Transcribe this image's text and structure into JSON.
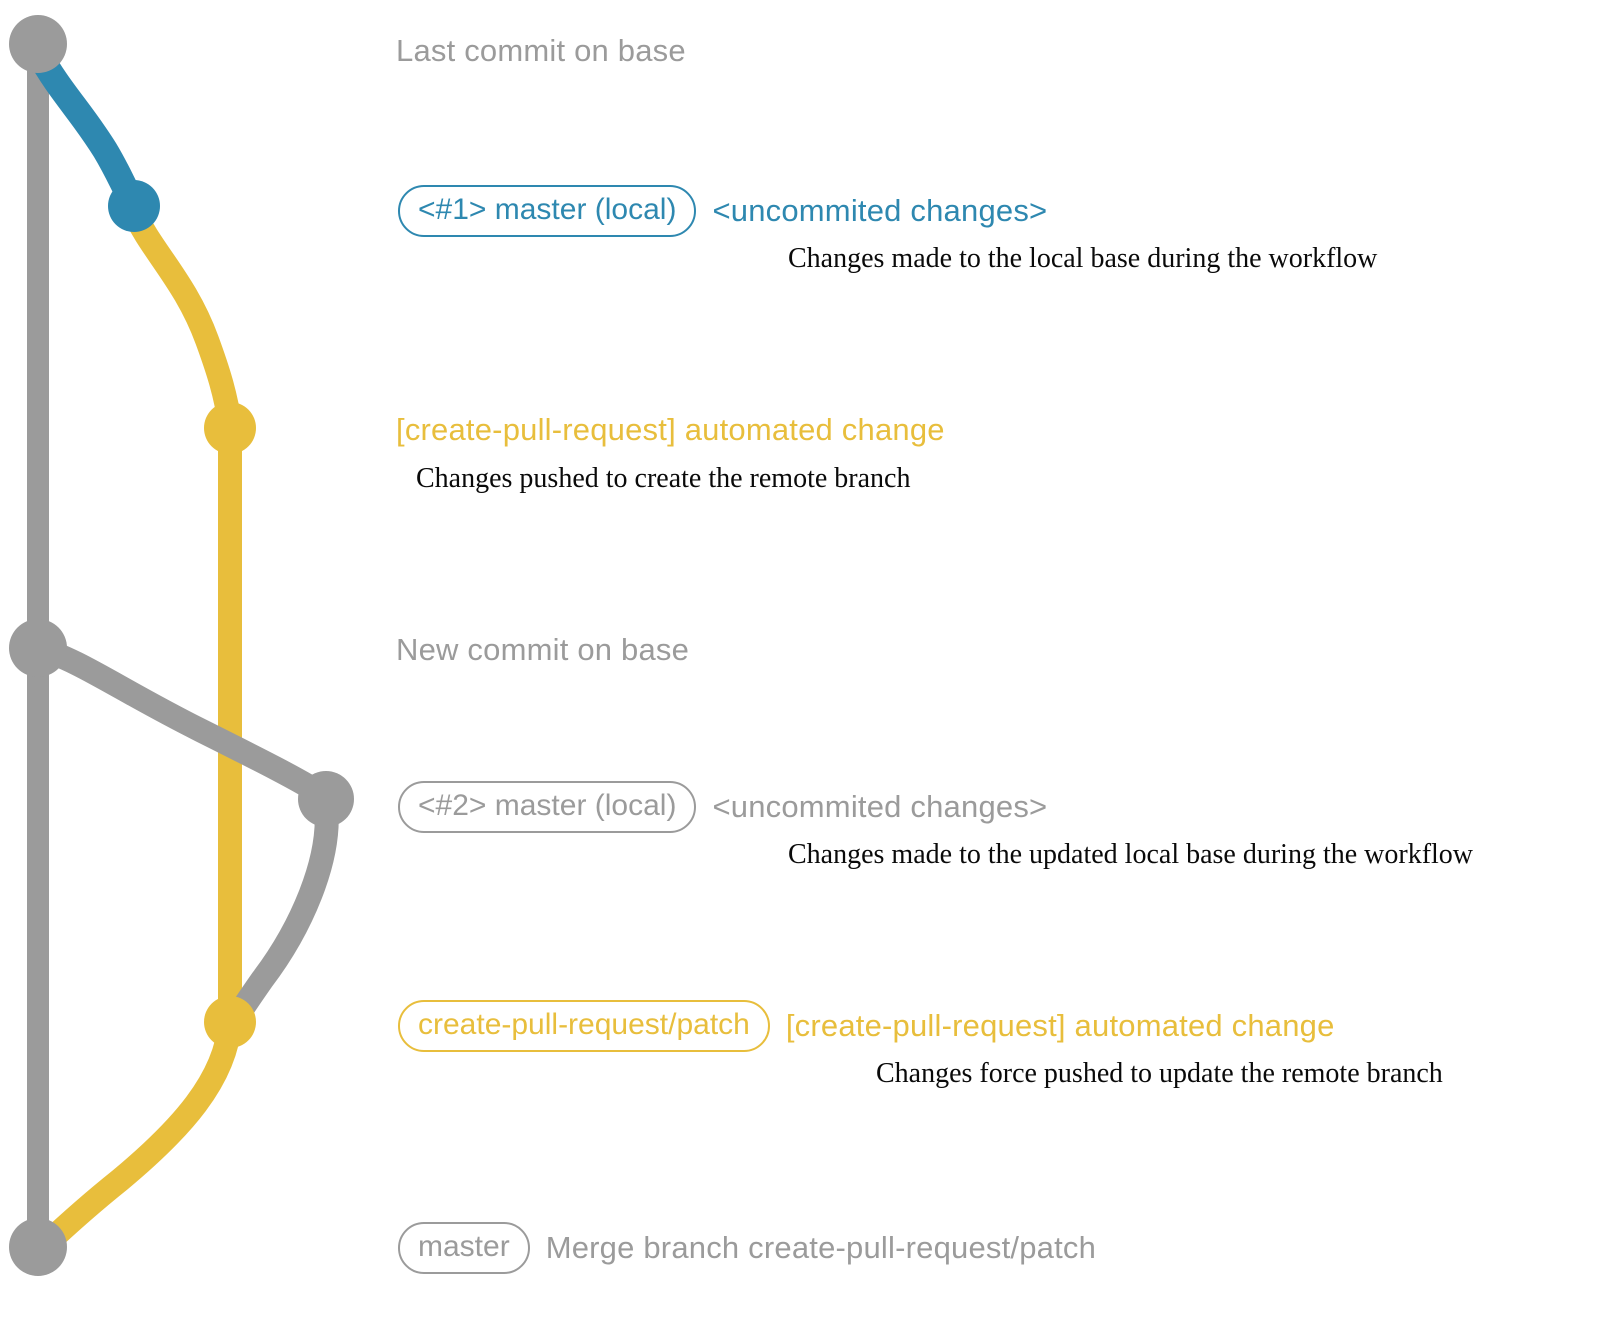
{
  "diagram": {
    "title": "create-pull-request workflow git graph",
    "colors": {
      "base": "#9b9b9b",
      "local": "#2E88B0",
      "patch": "#E8BE3C",
      "background": "#ffffff",
      "description_text": "#0a0a0a"
    }
  },
  "nodes": [
    {
      "id": "base-last",
      "label": "Last commit on base",
      "color": "#9b9b9b",
      "lane": "base"
    },
    {
      "id": "local-1",
      "label": "<#1> master (local)",
      "color": "#2E88B0",
      "lane": "local"
    },
    {
      "id": "patch-1",
      "label": "[create-pull-request] automated change",
      "color": "#E8BE3C",
      "lane": "patch"
    },
    {
      "id": "base-new",
      "label": "New commit on base",
      "color": "#9b9b9b",
      "lane": "base"
    },
    {
      "id": "local-2",
      "label": "<#2> master (local)",
      "color": "#9b9b9b",
      "lane": "local2"
    },
    {
      "id": "patch-2",
      "label": "create-pull-request/patch",
      "color": "#E8BE3C",
      "lane": "patch"
    },
    {
      "id": "merge",
      "label": "master",
      "color": "#9b9b9b",
      "lane": "base"
    }
  ],
  "rows": {
    "last_commit_on_base": {
      "title": "Last commit on base"
    },
    "local_1": {
      "pill": "<#1> master (local)",
      "message": "<uncommited changes>",
      "description": "Changes made to the local base during the workflow"
    },
    "patch_1": {
      "message": "[create-pull-request] automated change",
      "description": "Changes pushed to create the remote branch"
    },
    "new_commit_on_base": {
      "title": "New commit on base"
    },
    "local_2": {
      "pill": "<#2> master (local)",
      "message": "<uncommited changes>",
      "description": "Changes made to the updated local base during the workflow"
    },
    "patch_2": {
      "pill": "create-pull-request/patch",
      "message": "[create-pull-request] automated change",
      "description": "Changes force pushed to update the remote branch"
    },
    "merge": {
      "pill": "master",
      "message": "Merge branch create-pull-request/patch"
    }
  }
}
